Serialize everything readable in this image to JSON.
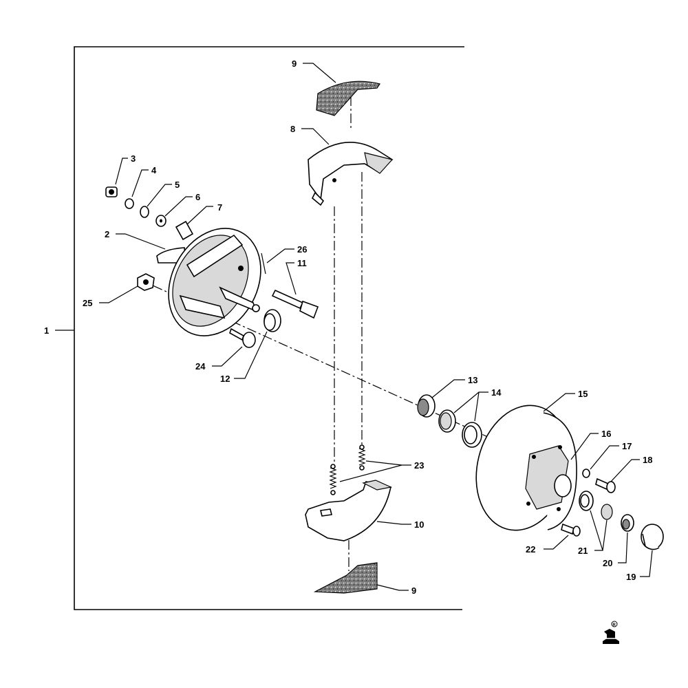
{
  "labels": {
    "l1": "1",
    "l2": "2",
    "l3": "3",
    "l4": "4",
    "l5": "5",
    "l6": "6",
    "l7": "7",
    "l8": "8",
    "l9a": "9",
    "l9b": "9",
    "l10": "10",
    "l11": "11",
    "l12": "12",
    "l13": "13",
    "l14": "14",
    "l15": "15",
    "l16": "16",
    "l17": "17",
    "l18": "18",
    "l19": "19",
    "l20": "20",
    "l21": "21",
    "l22": "22",
    "l23": "23",
    "l24": "24",
    "l25": "25",
    "l26": "26"
  },
  "logo": {
    "mark": "R"
  },
  "colors": {
    "ink": "#000000",
    "lining": "#6d6d6d",
    "paper": "#ffffff"
  }
}
